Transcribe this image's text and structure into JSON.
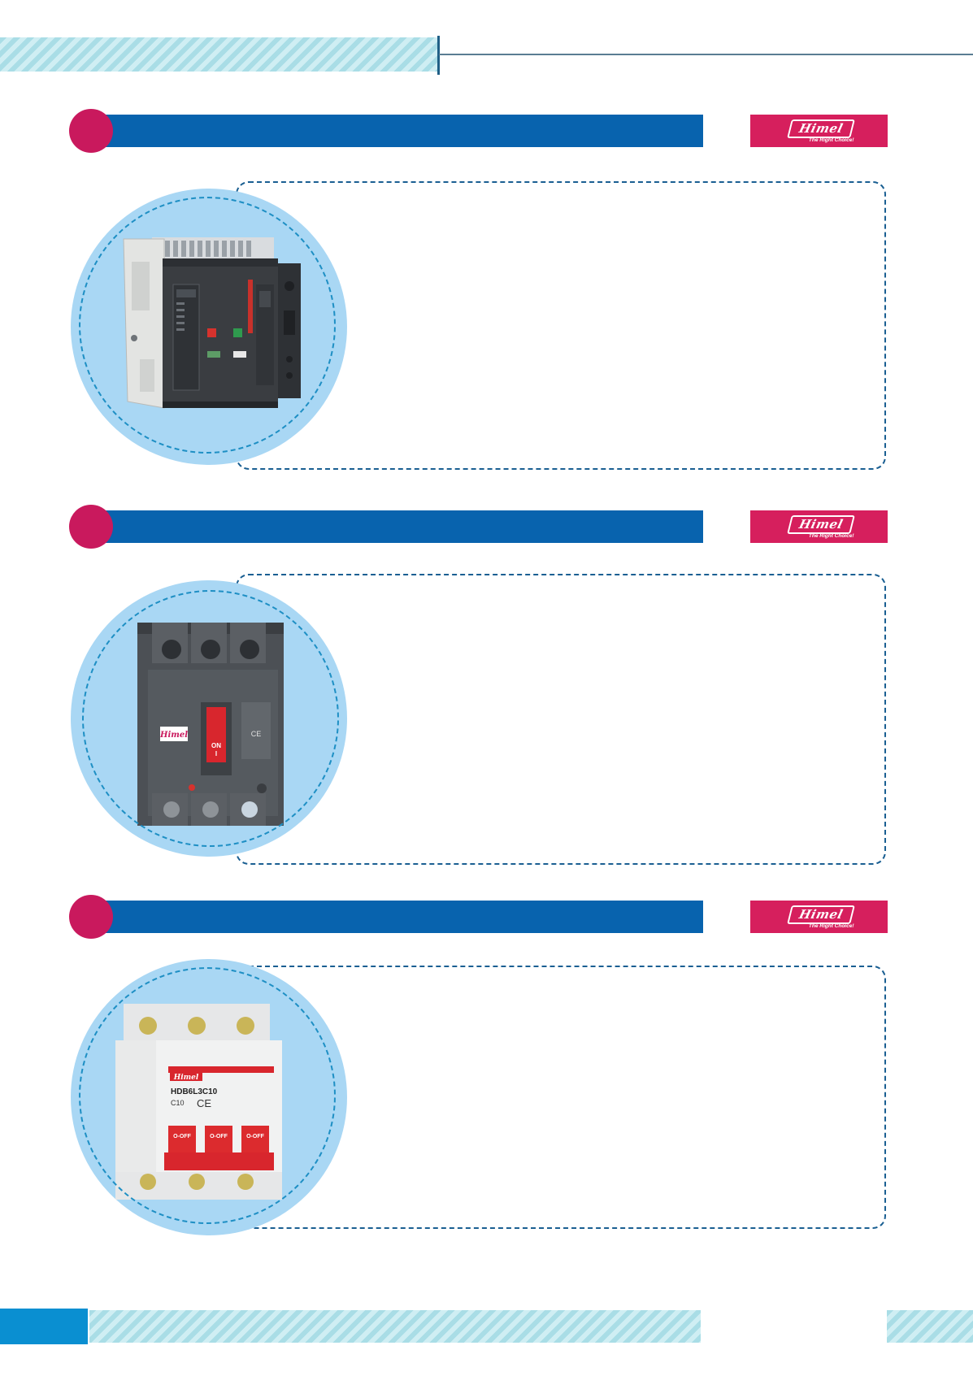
{
  "header": {
    "stripe": "hatched-band"
  },
  "brand": {
    "logo_word": "Himel",
    "slogan": "The Right Choice!"
  },
  "colors": {
    "section_bar": "#0863ae",
    "accent_dot": "#c9195d",
    "logo_bg": "#d61f5d",
    "photo_circle": "#a9d7f4",
    "footer_block": "#0a8fd1"
  },
  "products": [
    {
      "image": "air-circuit-breaker",
      "device": {
        "handle_label": "",
        "rating": ""
      }
    },
    {
      "image": "molded-case-circuit-breaker",
      "device": {
        "handle_label": "ON",
        "handle_sub": "I"
      }
    },
    {
      "image": "miniature-circuit-breaker",
      "device": {
        "model": "HDB6L3C10",
        "rating": "C10",
        "ce": "CE",
        "handle_label": "O-OFF"
      }
    }
  ]
}
